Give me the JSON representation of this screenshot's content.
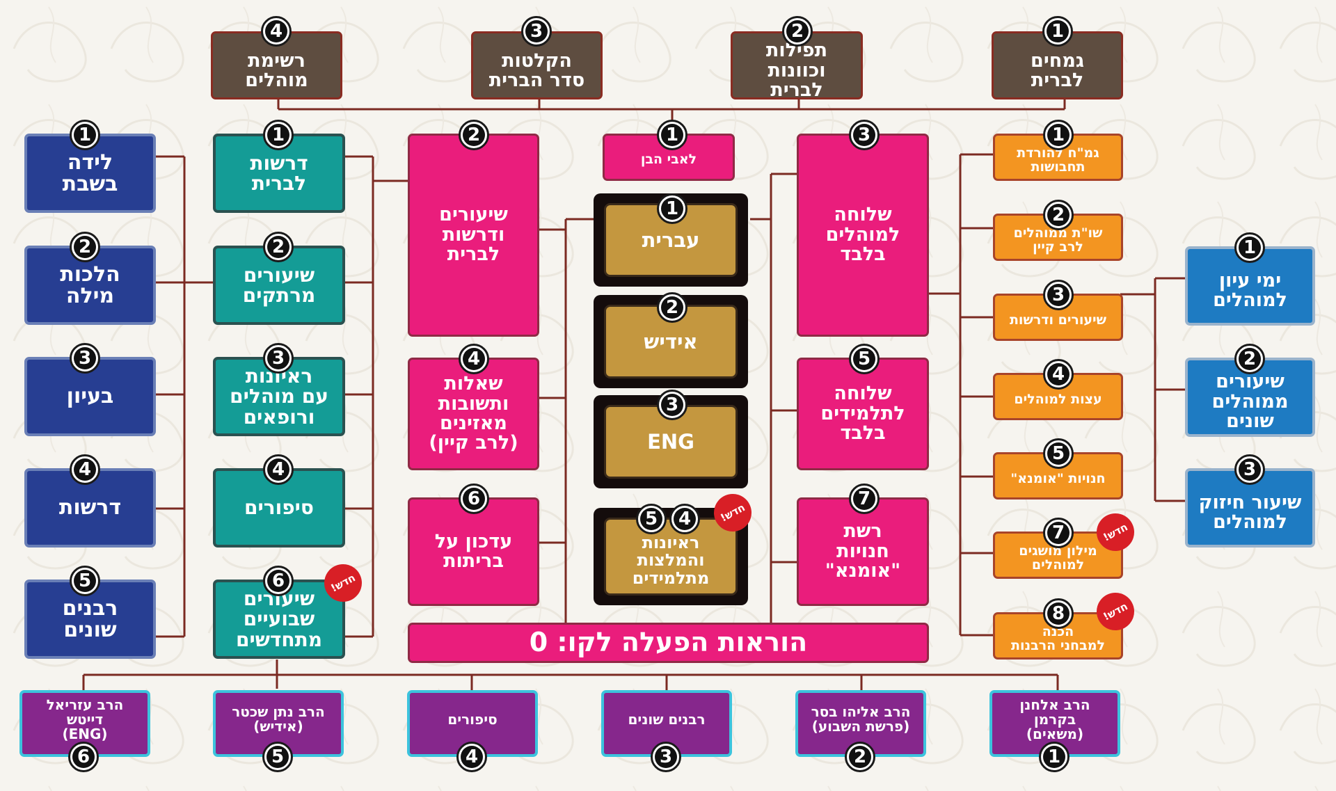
{
  "colors": {
    "brown": "#5e4d40",
    "navy": "#273e92",
    "teal": "#149c96",
    "pink": "#ea1d7c",
    "gold": "#c4973f",
    "orange": "#f39521",
    "blue": "#1e7bc2",
    "purple": "#86278c",
    "connector": "#7b2a22",
    "new_badge": "#d81f26"
  },
  "icons": [
    "number-circle-icon",
    "new-badge-icon"
  ],
  "new_badge_label": "חדש!",
  "top_menu": [
    {
      "num": "1",
      "label": "גמחים\nלברית"
    },
    {
      "num": "2",
      "label": "תפילות וכוונות\nלברית"
    },
    {
      "num": "3",
      "label": "הקלטות\nסדר הברית"
    },
    {
      "num": "4",
      "label": "רשימת\nמוהלים"
    }
  ],
  "navy_col": [
    {
      "num": "1",
      "label": "לידה\nבשבת"
    },
    {
      "num": "2",
      "label": "הלכות\nמילה"
    },
    {
      "num": "3",
      "label": "בעיון"
    },
    {
      "num": "4",
      "label": "דרשות"
    },
    {
      "num": "5",
      "label": "רבנים\nשונים"
    }
  ],
  "teal_col": [
    {
      "num": "1",
      "label": "דרשות\nלברית"
    },
    {
      "num": "2",
      "label": "שיעורים\nמרתקים"
    },
    {
      "num": "3",
      "label": "ראיונות\nעם מוהלים\nורופאים"
    },
    {
      "num": "4",
      "label": "סיפורים"
    },
    {
      "num": "6",
      "label": "שיעורים\nשבועיים\nמתחדשים"
    }
  ],
  "pink_left": [
    {
      "num": "2",
      "label": "שיעורים\nודרשות\nלברית"
    },
    {
      "num": "4",
      "label": "שאלות\nותשובות\nמאזינים\n(לרב קיין)"
    },
    {
      "num": "6",
      "label": "עדכון על\nבריתות"
    }
  ],
  "center_top": {
    "num": "1",
    "label": "לאבי הבן"
  },
  "gold_col": [
    {
      "num": "1",
      "label": "עברית"
    },
    {
      "num": "2",
      "label": "אידיש"
    },
    {
      "num": "3",
      "label": "ENG"
    },
    {
      "num": "4",
      "num2": "5",
      "label": "ראיונות\nוהמלצות\nמתלמידים"
    }
  ],
  "pink_right": [
    {
      "num": "3",
      "label": "שלוחה\nלמוהלים\nבלבד"
    },
    {
      "num": "5",
      "label": "שלוחה\nלתלמידים\nבלבד"
    },
    {
      "num": "7",
      "label": "רשת\nחנויות\n\"אומנא\""
    }
  ],
  "orange_col": [
    {
      "num": "1",
      "label": "גמ\"ח להורדת\nתחבושות"
    },
    {
      "num": "2",
      "label": "שו\"ת ממוהלים\nלרב קיין"
    },
    {
      "num": "3",
      "label": "שיעורים ודרשות"
    },
    {
      "num": "4",
      "label": "עצות למוהלים"
    },
    {
      "num": "5",
      "label": "חנויות \"אומנא\""
    },
    {
      "num": "7",
      "label": "מילון מושגים\nלמוהלים"
    },
    {
      "num": "8",
      "label": "הכנה\nלמבחני הרבנות"
    }
  ],
  "blue_col": [
    {
      "num": "1",
      "label": "ימי עיון\nלמוהלים"
    },
    {
      "num": "2",
      "label": "שיעורים\nממוהלים\nשונים"
    },
    {
      "num": "3",
      "label": "שיעור חיזוק\nלמוהלים"
    }
  ],
  "instructions_bar": "הוראות הפעלה לקו: 0",
  "bottom_row": [
    {
      "num": "1",
      "label": "הרב אלחנן בקרמן\n(משאים)"
    },
    {
      "num": "2",
      "label": "הרב אליהו בסר\n(פרשת השבוע)"
    },
    {
      "num": "3",
      "label": "רבנים שונים"
    },
    {
      "num": "4",
      "label": "סיפורים"
    },
    {
      "num": "5",
      "label": "הרב נתן שכטר\n(אידיש)"
    },
    {
      "num": "6",
      "label": "הרב עזריאל דייטש\n(ENG)"
    }
  ]
}
